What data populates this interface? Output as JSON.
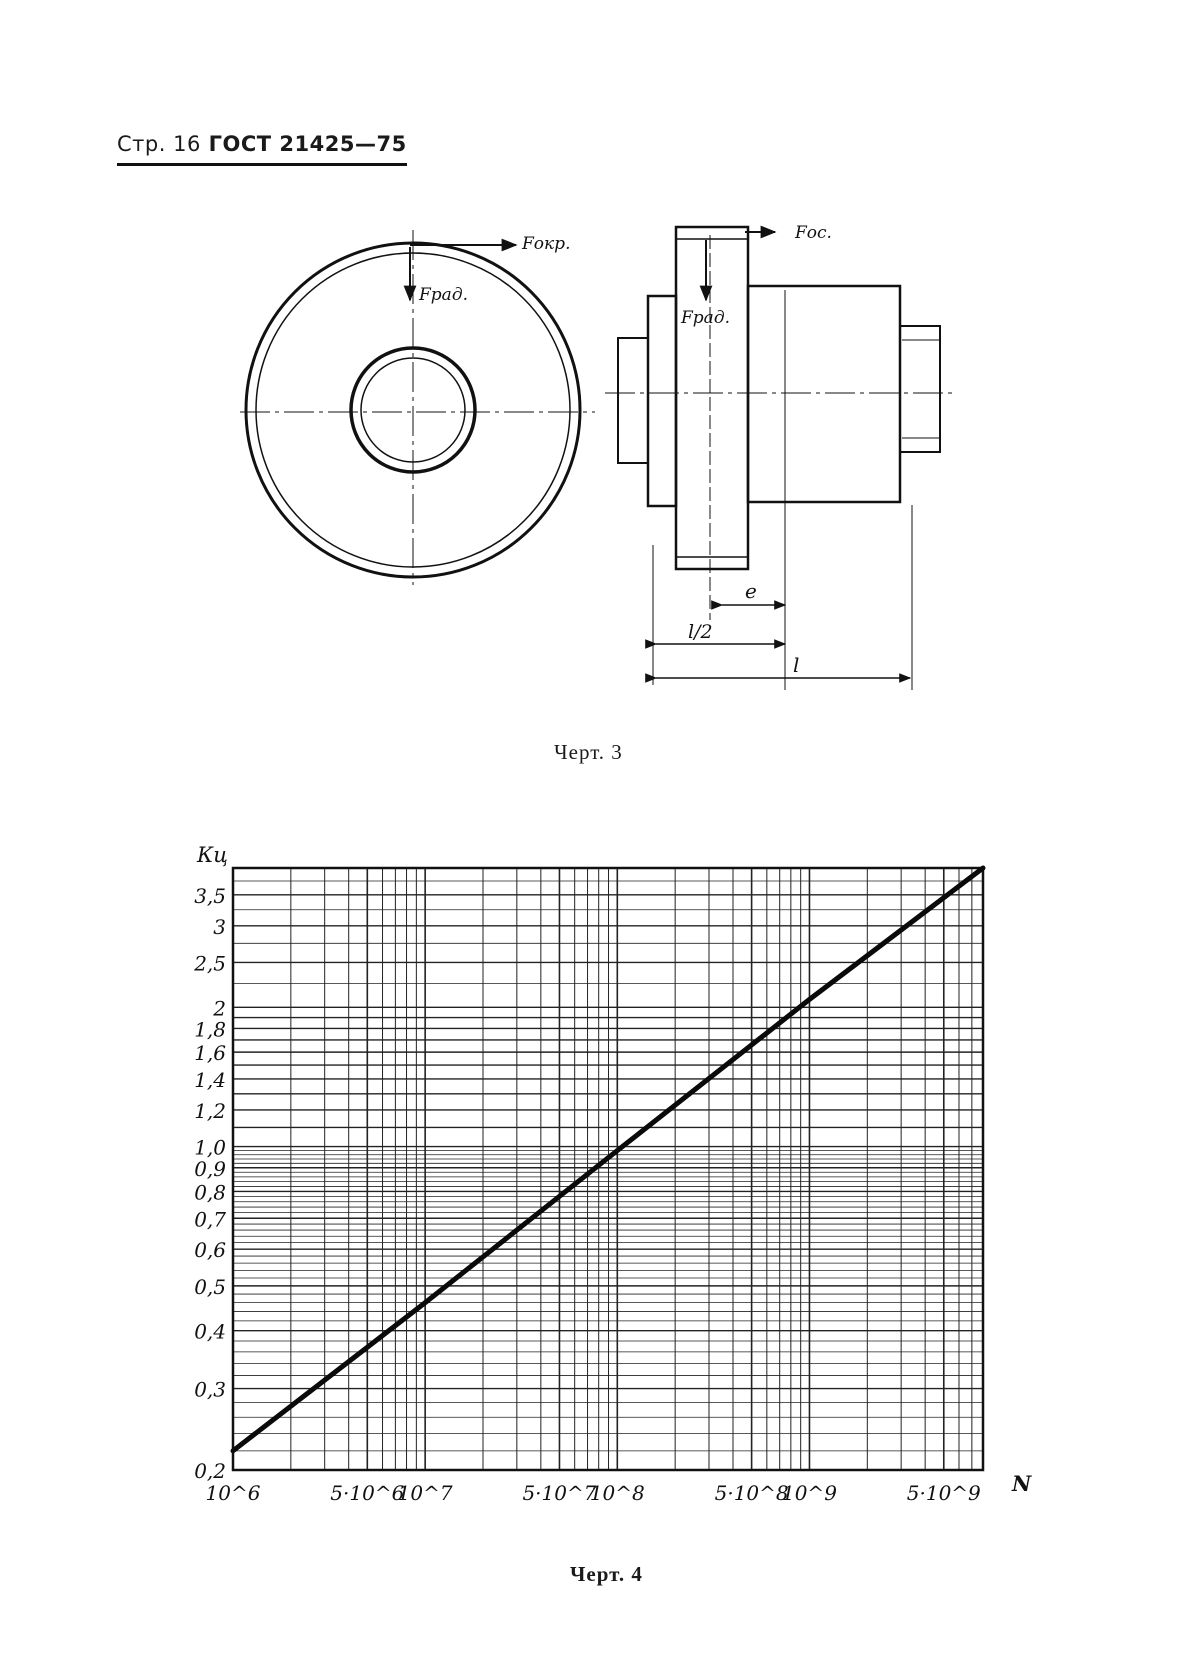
{
  "header": {
    "page_label": "Стр. 16",
    "standard": "ГОСТ 21425—75"
  },
  "figure3": {
    "caption": "Черт. 3",
    "labels": {
      "f_okr": "Fокр.",
      "f_rad_left": "Fрад.",
      "f_os": "Fос.",
      "f_rad_right": "Fрад.",
      "e": "e",
      "l_half": "l/2",
      "l": "l"
    }
  },
  "figure4": {
    "caption": "Черт. 4"
  },
  "chart_data": {
    "type": "line",
    "ylabel": "Кц",
    "xlabel": "N",
    "x_scale": "log",
    "y_scale": "log",
    "xlim": [
      1000000,
      8000000000
    ],
    "ylim": [
      0.2,
      4.0
    ],
    "x_tick_labels": [
      "10^6",
      "5·10^6",
      "10^7",
      "5·10^7",
      "10^8",
      "5·10^8",
      "10^9",
      "5·10^9"
    ],
    "y_tick_labels": [
      "0,2",
      "0,3",
      "0,4",
      "0,5",
      "0,6",
      "0,7",
      "0,8",
      "0,9",
      "1,0",
      "1,2",
      "1,4",
      "1,6",
      "1,8",
      "2",
      "2,5",
      "3",
      "3,5"
    ],
    "grid": true,
    "series": [
      {
        "x": [
          1000000,
          10000000,
          100000000,
          1000000000,
          8000000000
        ],
        "y": [
          0.22,
          0.46,
          0.98,
          2.08,
          4.0
        ]
      }
    ]
  }
}
